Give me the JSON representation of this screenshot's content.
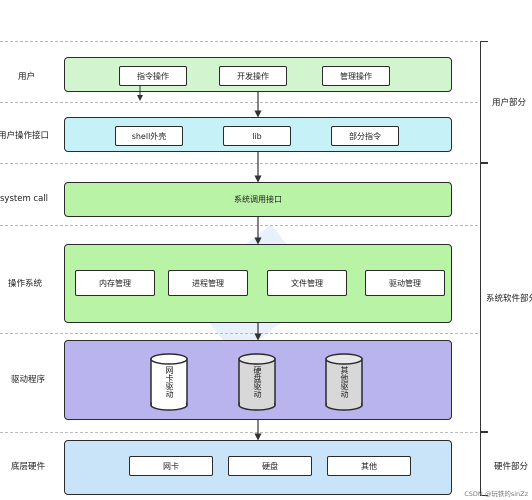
{
  "layers": {
    "user": {
      "label": "用户",
      "items": [
        "指令操作",
        "开发操作",
        "管理操作"
      ]
    },
    "interface": {
      "label": "用户操作接口",
      "items": [
        "shell外壳",
        "lib",
        "部分指令"
      ]
    },
    "syscall": {
      "label": "system call",
      "center": "系统调用接口"
    },
    "os": {
      "label": "操作系统",
      "items": [
        "内存管理",
        "进程管理",
        "文件管理",
        "驱动管理"
      ]
    },
    "driver": {
      "label": "驱动程序",
      "items": [
        "网卡驱动",
        "硬盘驱动",
        "其他驱动"
      ]
    },
    "hardware": {
      "label": "底层硬件",
      "items": [
        "网卡",
        "硬盘",
        "其他"
      ]
    }
  },
  "parts": {
    "user_part": "用户部分",
    "system_part": "系统软件部分",
    "hardware_part": "硬件部分"
  },
  "watermark": "CSDN @玩铁的sinZz",
  "colors": {
    "user_band": "#d2f5cf",
    "interface_band": "#c6f1f6",
    "syscall_band": "#b8f3a6",
    "os_band": "#b8f3a6",
    "driver_band": "#b9b3ee",
    "hardware_band": "#c9e3f8"
  }
}
